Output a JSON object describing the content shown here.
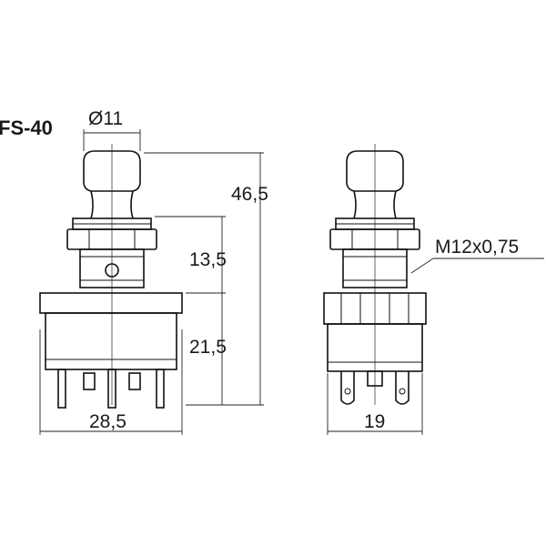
{
  "model": "FS-40",
  "dimensions": {
    "diameter": "Ø11",
    "total_height": "46,5",
    "upper_height": "13,5",
    "lower_height": "21,5",
    "width": "28,5",
    "side_width": "19",
    "thread": "M12x0,75"
  }
}
